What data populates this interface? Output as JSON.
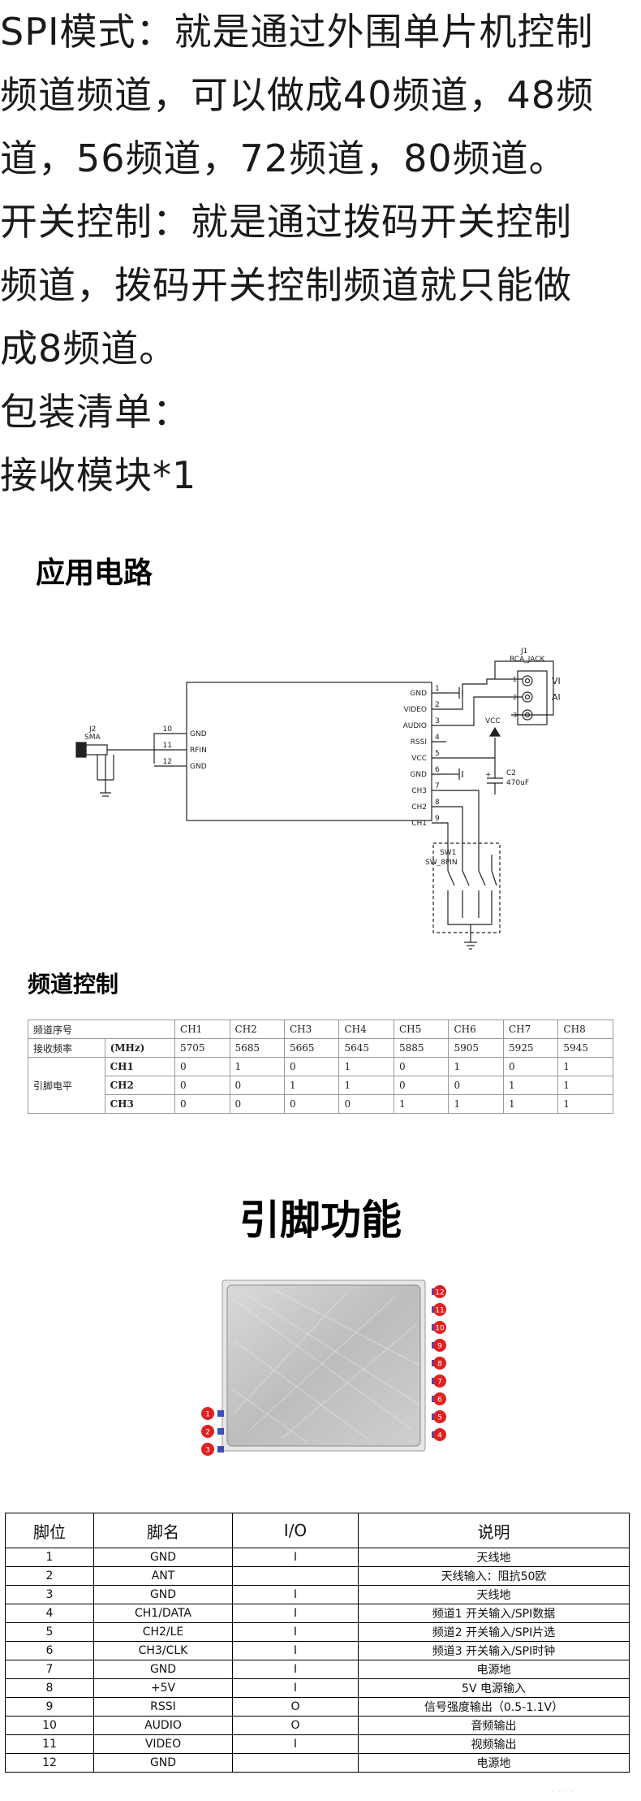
{
  "intro_lines": [
    "SPI模式：就是通过外围单片机控制",
    "频道频道，可以做成40频道，48频",
    "道，56频道，72频道，80频道。",
    "开关控制：就是通过拨码开关控制",
    "频道，拨码开关控制频道就只能做",
    "成8频道。",
    "包装清单：",
    "接收模块*1"
  ],
  "sections": {
    "circuit_title": "应用电路",
    "channel_title": "频道控制",
    "pin_title": "引脚功能"
  },
  "circuit": {
    "j1_name": "J1",
    "j1_type": "RCA_JACK",
    "j1_video": "VIDEO",
    "j1_audio": "AUDIO",
    "j2_name": "J2",
    "j2_type": "SMA",
    "sw_name": "SW1",
    "sw_type": "SW_8PIN",
    "vcc": "VCC",
    "cap_name": "C2",
    "cap_value": "470uF",
    "cap_plus": "+",
    "right_pins": [
      {
        "label": "GND",
        "num": "1"
      },
      {
        "label": "VIDEO",
        "num": "2"
      },
      {
        "label": "AUDIO",
        "num": "3"
      },
      {
        "label": "RSSI",
        "num": "4"
      },
      {
        "label": "VCC",
        "num": "5"
      },
      {
        "label": "GND",
        "num": "6"
      },
      {
        "label": "CH3",
        "num": "7"
      },
      {
        "label": "CH2",
        "num": "8"
      },
      {
        "label": "CH1",
        "num": "9"
      }
    ],
    "left_pins": [
      {
        "label": "GND",
        "num": "10"
      },
      {
        "label": "RFIN",
        "num": "11"
      },
      {
        "label": "GND",
        "num": "12"
      }
    ],
    "jack_pins": [
      "1",
      "2",
      "3"
    ]
  },
  "channel_table": {
    "seq_label": "频道序号",
    "freq_label": "接收频率",
    "freq_unit": "(MHz)",
    "level_label": "引脚电平",
    "channels": [
      "CH1",
      "CH2",
      "CH3",
      "CH4",
      "CH5",
      "CH6",
      "CH7",
      "CH8"
    ],
    "freqs": [
      "5705",
      "5685",
      "5665",
      "5645",
      "5885",
      "5905",
      "5925",
      "5945"
    ],
    "levels": [
      {
        "pin": "CH1",
        "vals": [
          "0",
          "1",
          "0",
          "1",
          "0",
          "1",
          "0",
          "1"
        ]
      },
      {
        "pin": "CH2",
        "vals": [
          "0",
          "0",
          "1",
          "1",
          "0",
          "0",
          "1",
          "1"
        ]
      },
      {
        "pin": "CH3",
        "vals": [
          "0",
          "0",
          "0",
          "0",
          "1",
          "1",
          "1",
          "1"
        ]
      }
    ]
  },
  "module": {
    "right_labels": [
      "12",
      "11",
      "10",
      "9",
      "8",
      "7",
      "6",
      "5",
      "4"
    ],
    "left_labels": [
      "1",
      "2",
      "3"
    ],
    "marker_color": "#e02020",
    "pad_color": "#3a4fb8"
  },
  "pin_table": {
    "headers": [
      "脚位",
      "脚名",
      "I/O",
      "说明"
    ],
    "rows": [
      [
        "1",
        "GND",
        "I",
        "天线地"
      ],
      [
        "2",
        "ANT",
        "",
        "天线输入：阻抗50欧"
      ],
      [
        "3",
        "GND",
        "I",
        "天线地"
      ],
      [
        "4",
        "CH1/DATA",
        "I",
        "频道1 开关输入/SPI数据"
      ],
      [
        "5",
        "CH2/LE",
        "I",
        "频道2 开关输入/SPI片选"
      ],
      [
        "6",
        "CH3/CLK",
        "I",
        "频道3 开关输入/SPI时钟"
      ],
      [
        "7",
        "GND",
        "I",
        "电源地"
      ],
      [
        "8",
        "+5V",
        "I",
        "5V 电源输入"
      ],
      [
        "9",
        "RSSI",
        "O",
        "信号强度输出（0.5-1.1V）"
      ],
      [
        "10",
        "AUDIO",
        "O",
        "音频输出"
      ],
      [
        "11",
        "VIDEO",
        "I",
        "视频输出"
      ],
      [
        "12",
        "GND",
        "",
        "电源地"
      ]
    ]
  }
}
